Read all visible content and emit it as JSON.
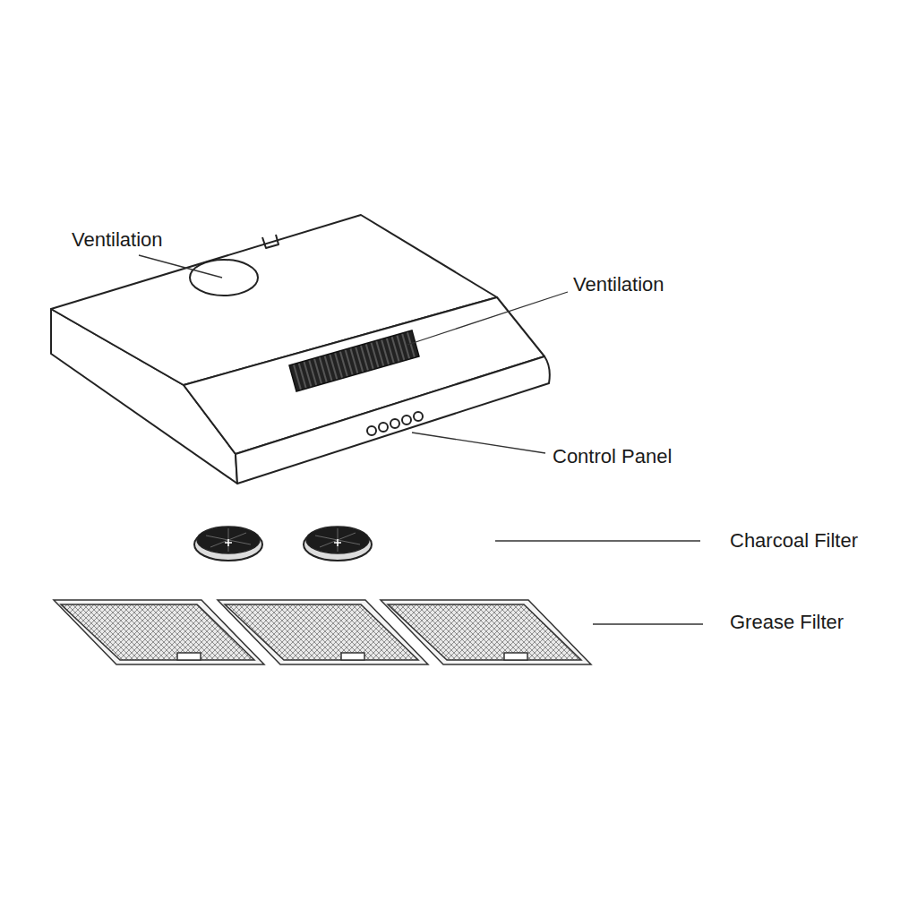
{
  "diagram": {
    "labels": [
      "Ventilation",
      "Ventilation",
      "Control Panel",
      "Charcoal Filter",
      "Grease Filter"
    ]
  }
}
